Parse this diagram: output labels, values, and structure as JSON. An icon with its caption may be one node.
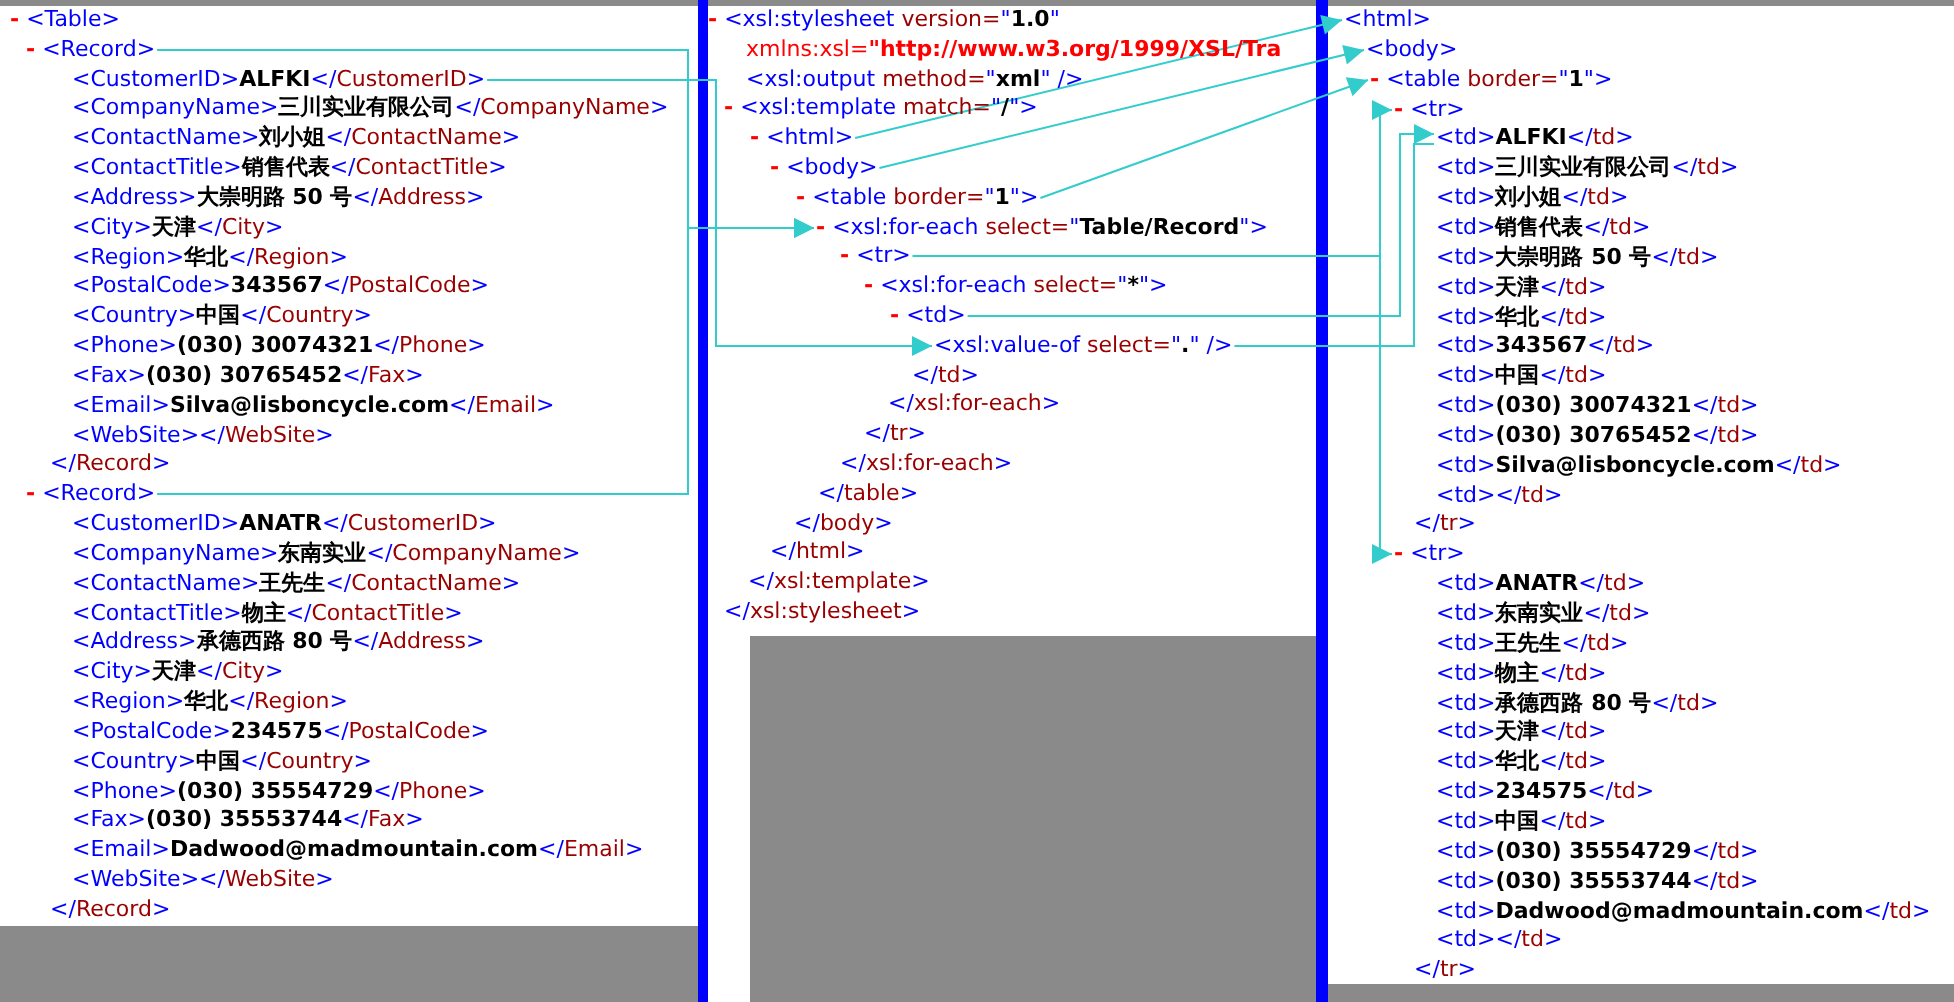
{
  "diagram": {
    "nodes": [
      {
        "text": [
          "- <Record>"
        ]
      },
      {
        "text": [
          "<CustomerID>ALFKI</CustomerID>"
        ]
      },
      {
        "text": [
          "- <Record>"
        ]
      },
      {
        "text": [
          "- <html>"
        ]
      },
      {
        "text": [
          "- <body>"
        ]
      },
      {
        "text": [
          "- <table border=\"1\">"
        ]
      },
      {
        "text": [
          "- <xsl:for-each select=\"Table/Record\">"
        ]
      },
      {
        "text": [
          "- <tr>"
        ]
      },
      {
        "text": [
          "- <td>"
        ]
      },
      {
        "text": [
          "<xsl:value-of select=\".\" />"
        ]
      },
      {
        "text": [
          "<html>"
        ]
      },
      {
        "text": [
          "<body>"
        ]
      },
      {
        "text": [
          "- <table border=\"1\">"
        ]
      },
      {
        "text": [
          "- <tr>"
        ]
      },
      {
        "text": [
          "<td>ALFKI</td>"
        ]
      },
      {
        "text": [
          "- <tr>"
        ]
      }
    ],
    "edges": [
      {
        "from": 0,
        "to": 6,
        "arrow": "to"
      },
      {
        "from": 2,
        "to": 6,
        "arrow": "to"
      },
      {
        "from": 1,
        "to": 9,
        "arrow": "to"
      },
      {
        "from": 3,
        "to": 10,
        "arrow": "to"
      },
      {
        "from": 4,
        "to": 11,
        "arrow": "to"
      },
      {
        "from": 5,
        "to": 12,
        "arrow": "to"
      },
      {
        "from": 7,
        "to": 13,
        "arrow": "to"
      },
      {
        "from": 8,
        "to": 14,
        "arrow": "to"
      },
      {
        "from": 9,
        "to": 14,
        "arrow": "none"
      },
      {
        "from": 7,
        "to": 15,
        "arrow": "to"
      }
    ],
    "labels": [
      "- <Table>",
      "<CompanyName>三川实业有限公司</CompanyName>",
      "<ContactName>刘小姐</ContactName>",
      "<ContactTitle>销售代表</ContactTitle>",
      "<Address>大崇明路 50 号</Address>",
      "<City>天津</City>",
      "<Region>华北</Region>",
      "<PostalCode>343567</PostalCode>",
      "<Country>中国</Country>",
      "<Phone>(030) 30074321</Phone>",
      "<Fax>(030) 30765452</Fax>",
      "<Email>Silva@lisboncycle.com</Email>",
      "<WebSite></WebSite>",
      "</Record>",
      "<CustomerID>ANATR</CustomerID>",
      "<CompanyName>东南实业</CompanyName>",
      "<ContactName>王先生</ContactName>",
      "<ContactTitle>物主</ContactTitle>",
      "<Address>承德西路 80 号</Address>",
      "<City>天津</City>",
      "<Region>华北</Region>",
      "<PostalCode>234575</PostalCode>",
      "<Country>中国</Country>",
      "<Phone>(030) 35554729</Phone>",
      "<Fax>(030) 35553744</Fax>",
      "<Email>Dadwood@madmountain.com</Email>",
      "<WebSite></WebSite>",
      "</Record>",
      "- <xsl:stylesheet version=\"1.0\"",
      "xmlns:xsl=\"http://www.w3.org/1999/XSL/Tra",
      "<xsl:output method=\"xml\" />",
      "- <xsl:template match=\"/\">",
      "- <xsl:for-each select=\"*\">",
      "</td>",
      "</xsl:for-each>",
      "</tr>",
      "</xsl:for-each>",
      "</table>",
      "</body>",
      "</html>",
      "</xsl:template>",
      "</xsl:stylesheet>",
      "<td>三川实业有限公司</td>",
      "<td>刘小姐</td>",
      "<td>销售代表</td>",
      "<td>大崇明路 50 号</td>",
      "<td>天津</td>",
      "<td>华北</td>",
      "<td>343567</td>",
      "<td>中国</td>",
      "<td>(030) 30074321</td>",
      "<td>(030) 30765452</td>",
      "<td>Silva@lisboncycle.com</td>",
      "<td></td>",
      "</tr>",
      "<td>ANATR</td>",
      "<td>东南实业</td>",
      "<td>王先生</td>",
      "<td>物主</td>",
      "<td>承德西路 80 号</td>",
      "<td>天津</td>",
      "<td>华北</td>",
      "<td>234575</td>",
      "<td>中国</td>",
      "<td>(030) 35554729</td>",
      "<td>(030) 35553744</td>",
      "<td>Dadwood@madmountain.com</td>",
      "<td></td>",
      "</tr>"
    ]
  }
}
